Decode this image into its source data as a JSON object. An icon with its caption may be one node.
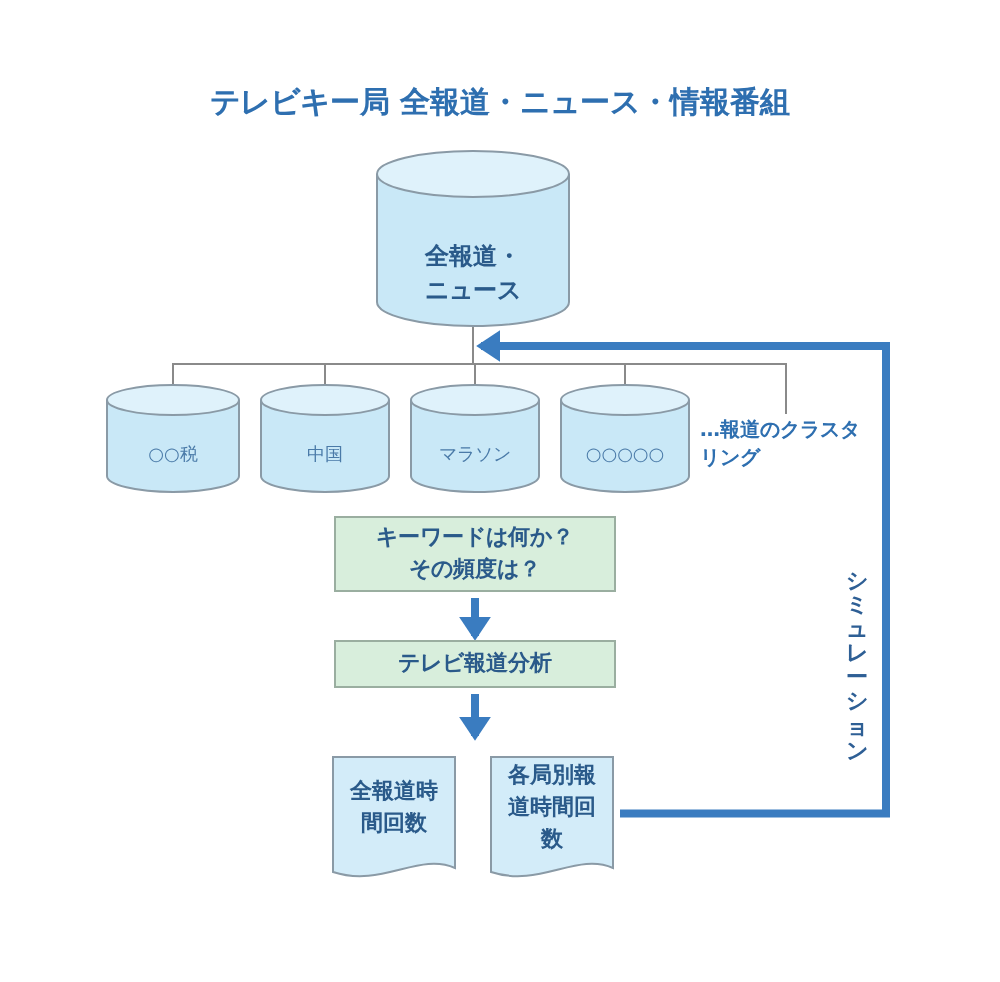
{
  "diagram": {
    "title": "テレビキー局 全報道・ニュース・情報番組",
    "nodes": [
      {
        "text": [
          "全報道・ニュース"
        ]
      },
      {
        "text": [
          "○○税"
        ]
      },
      {
        "text": [
          "中国"
        ]
      },
      {
        "text": [
          "マラソン"
        ]
      },
      {
        "text": [
          "○○○○○"
        ]
      },
      {
        "text": [
          "…報道のクラスタリング"
        ]
      },
      {
        "text": [
          "キーワードは何か？その頻度は？"
        ]
      },
      {
        "text": [
          "テレビ報道分析"
        ]
      },
      {
        "text": [
          "全報道時間回数"
        ]
      },
      {
        "text": [
          "各局別報道時間回数"
        ]
      }
    ],
    "edges": [
      {
        "from": 0,
        "to": 1,
        "arrow": "none"
      },
      {
        "from": 0,
        "to": 2,
        "arrow": "none"
      },
      {
        "from": 0,
        "to": 3,
        "arrow": "none"
      },
      {
        "from": 0,
        "to": 4,
        "arrow": "none"
      },
      {
        "from": 0,
        "to": 5,
        "arrow": "none"
      },
      {
        "from": 6,
        "to": 7,
        "arrow": "to",
        "style": "thick",
        "color": "#3a7cc0"
      },
      {
        "from": 7,
        "to": 8,
        "arrow": "to",
        "style": "thick",
        "color": "#3a7cc0"
      },
      {
        "from": 7,
        "to": 9,
        "arrow": "to",
        "style": "thick",
        "color": "#3a7cc0"
      },
      {
        "from": 9,
        "to": 0,
        "arrow": "to",
        "label": "シミュレーション",
        "style": "thick",
        "color": "#3a7cc0"
      }
    ]
  }
}
